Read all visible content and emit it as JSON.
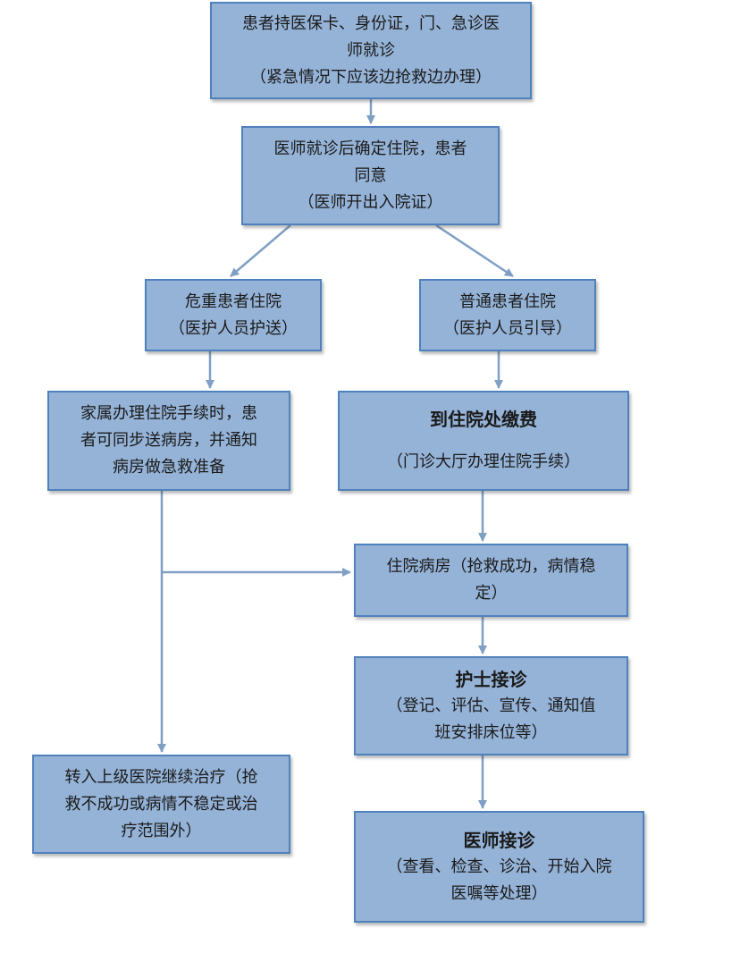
{
  "boxes": {
    "start": {
      "line1": "患者持医保卡、身份证，门、急诊医",
      "line2": "师就诊",
      "line3": "（紧急情况下应该边抢救边办理）"
    },
    "confirm": {
      "line1": "医师就诊后确定住院，患者",
      "line2": "同意",
      "line3": "（医师开出入院证）"
    },
    "critical": {
      "line1": "危重患者住院",
      "line2": "（医护人员护送）"
    },
    "normal": {
      "line1": "普通患者住院",
      "line2": "（医护人员引导）"
    },
    "family": {
      "line1": "家属办理住院手续时，患",
      "line2": "者可同步送病房，并通知",
      "line3": "病房做急救准备"
    },
    "payment": {
      "title": "到住院处缴费",
      "line1": "（门诊大厅办理住院手续）"
    },
    "ward": {
      "line1": "住院病房（抢救成功，病情稳",
      "line2": "定）"
    },
    "nurse": {
      "title": "护士接诊",
      "line1": "（登记、评估、宣传、通知值",
      "line2": "班安排床位等）"
    },
    "transfer": {
      "line1": "转入上级医院继续治疗（抢",
      "line2": "救不成功或病情不稳定或治",
      "line3": "疗范围外）"
    },
    "doctor": {
      "title": "医师接诊",
      "line1": "（查看、检查、诊治、开始入院",
      "line2": "医嘱等处理）"
    }
  },
  "colors": {
    "box_fill": "#95b3d7",
    "box_border": "#4f81bd",
    "connector": "#7f9fc4"
  }
}
